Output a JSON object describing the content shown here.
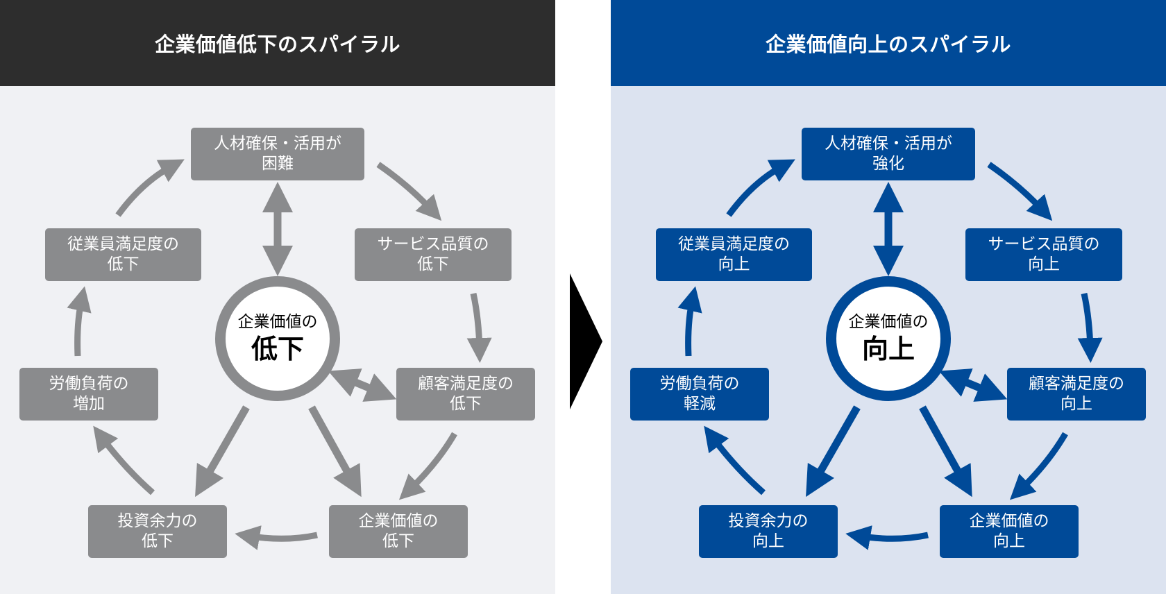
{
  "colors": {
    "left_header_bg": "#2d2d2d",
    "left_panel_bg": "#f0f1f4",
    "left_node": "#8a8b8d",
    "right_header_bg": "#004a98",
    "right_panel_bg": "#dce3f0",
    "right_node": "#004a98",
    "transition_arrow": "#000000"
  },
  "left": {
    "title": "企業価値低下のスパイラル",
    "center": {
      "line1": "企業価値の",
      "line2": "低下"
    },
    "nodes": {
      "talent": {
        "line1": "人材確保・活用が",
        "line2": "困難"
      },
      "service": {
        "line1": "サービス品質の",
        "line2": "低下"
      },
      "customer": {
        "line1": "顧客満足度の",
        "line2": "低下"
      },
      "value": {
        "line1": "企業価値の",
        "line2": "低下"
      },
      "invest": {
        "line1": "投資余力の",
        "line2": "低下"
      },
      "workload": {
        "line1": "労働負荷の",
        "line2": "増加"
      },
      "employee": {
        "line1": "従業員満足度の",
        "line2": "低下"
      }
    }
  },
  "right": {
    "title": "企業価値向上のスパイラル",
    "center": {
      "line1": "企業価値の",
      "line2": "向上"
    },
    "nodes": {
      "talent": {
        "line1": "人材確保・活用が",
        "line2": "強化"
      },
      "service": {
        "line1": "サービス品質の",
        "line2": "向上"
      },
      "customer": {
        "line1": "顧客満足度の",
        "line2": "向上"
      },
      "value": {
        "line1": "企業価値の",
        "line2": "向上"
      },
      "invest": {
        "line1": "投資余力の",
        "line2": "向上"
      },
      "workload": {
        "line1": "労働負荷の",
        "line2": "軽減"
      },
      "employee": {
        "line1": "従業員満足度の",
        "line2": "向上"
      }
    }
  },
  "flow": [
    {
      "from": "employee",
      "to": "talent",
      "type": "cycle"
    },
    {
      "from": "talent",
      "to": "service",
      "type": "cycle"
    },
    {
      "from": "service",
      "to": "customer",
      "type": "cycle"
    },
    {
      "from": "customer",
      "to": "value",
      "type": "cycle"
    },
    {
      "from": "value",
      "to": "invest",
      "type": "cycle"
    },
    {
      "from": "invest",
      "to": "workload",
      "type": "cycle"
    },
    {
      "from": "workload",
      "to": "employee",
      "type": "cycle"
    },
    {
      "from": "center",
      "to": "talent",
      "type": "bidirectional"
    },
    {
      "from": "center",
      "to": "customer",
      "type": "bidirectional"
    },
    {
      "from": "center",
      "to": "invest",
      "type": "outward"
    },
    {
      "from": "center",
      "to": "value",
      "type": "outward"
    }
  ]
}
